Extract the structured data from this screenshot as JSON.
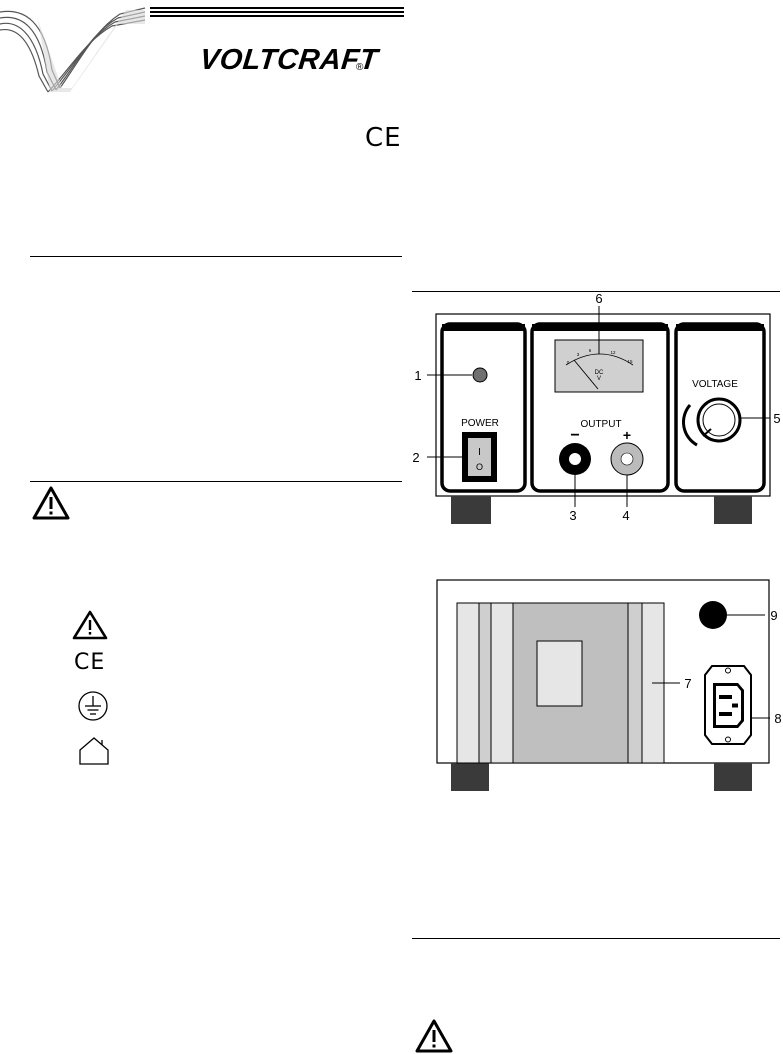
{
  "header": {
    "brand": "VOLTCRAFT",
    "brand_mark": "®",
    "ce_mark": "CE"
  },
  "symbols": [
    {
      "icon": "warning-triangle-icon"
    },
    {
      "icon": "ce-mark-icon",
      "text": "CE"
    },
    {
      "icon": "protective-earth-icon"
    },
    {
      "icon": "indoor-use-house-icon"
    }
  ],
  "front_panel": {
    "power_label": "POWER",
    "switch_on": "I",
    "switch_off": "O",
    "output_label": "OUTPUT",
    "minus_label": "−",
    "plus_label": "+",
    "voltage_label": "VOLTAGE",
    "meter_scale": [
      "0",
      "3",
      "6",
      "12",
      "15"
    ],
    "meter_unit_top": "DC",
    "meter_unit_bottom": "V",
    "callouts": [
      "1",
      "2",
      "3",
      "4",
      "5",
      "6"
    ]
  },
  "rear_panel": {
    "callouts": [
      "7",
      "8",
      "9"
    ]
  }
}
